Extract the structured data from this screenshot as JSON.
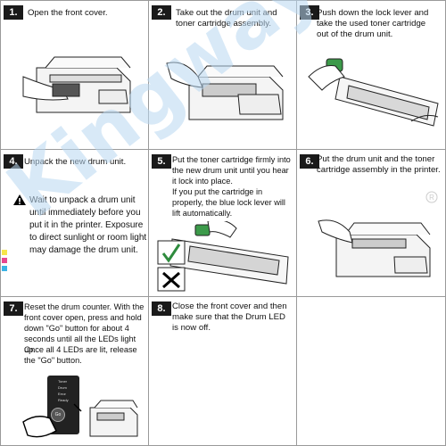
{
  "steps": [
    {
      "number": "1.",
      "text": "Open the front cover."
    },
    {
      "number": "2.",
      "lines": [
        "Take out the drum unit and",
        "toner cartridge assembly."
      ]
    },
    {
      "number": "3.",
      "lines": [
        "Push down the lock lever and",
        "take the used toner cartridge",
        "out of the drum unit."
      ]
    },
    {
      "number": "4.",
      "text": "Unpack the new drum unit.",
      "warning_lines": [
        "Wait to unpack a drum unit",
        "until immediately before you",
        "put it in the printer. Exposure",
        "to direct sunlight or room light",
        "may damage the drum unit."
      ]
    },
    {
      "number": "5.",
      "lines": [
        "Put the toner cartridge firmly into",
        "the new drum unit until you hear",
        "it lock into place.",
        "If you put the cartridge in",
        "properly, the blue lock lever will",
        "lift automatically."
      ]
    },
    {
      "number": "6.",
      "lines": [
        "Put the drum unit and the toner",
        "cartridge assembly in the printer."
      ]
    },
    {
      "number": "7.",
      "lines": [
        "Reset the drum counter. With the",
        "front cover open, press and hold",
        "down \"Go\" button for about 4",
        "seconds until all the LEDs light up.",
        "Once all 4 LEDs are lit, release",
        "the \"Go\" button."
      ]
    },
    {
      "number": "8.",
      "lines": [
        "Close the front cover and then",
        "make sure that the Drum LED",
        "is now off."
      ]
    }
  ],
  "watermark": "Kingway",
  "led_panel": {
    "labels": [
      "Toner",
      "Drum",
      "Error",
      "Ready"
    ],
    "button": "Go"
  },
  "colors": {
    "border": "#9a9a9a",
    "badge": "#1a1a1a",
    "watermark": "#b9d8f2",
    "warning": "#000000"
  }
}
